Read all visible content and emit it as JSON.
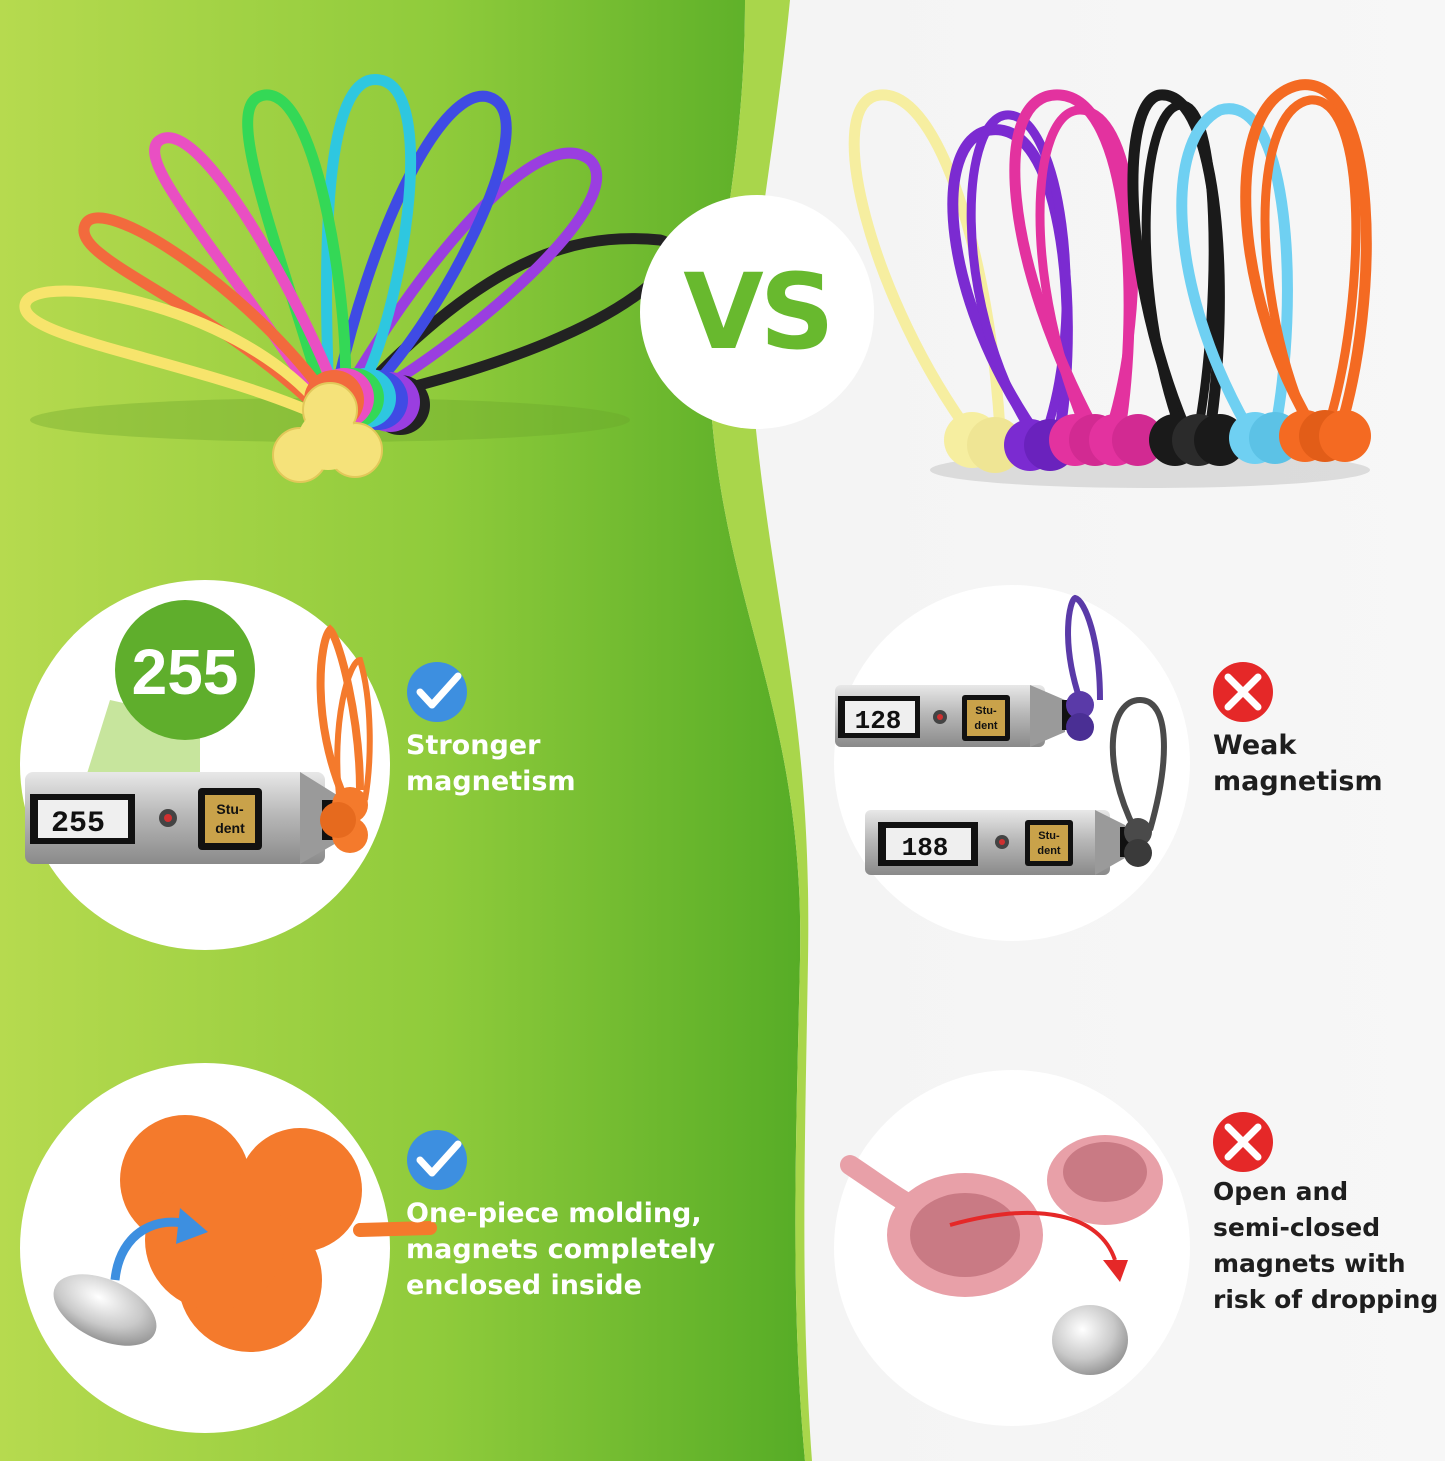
{
  "colors": {
    "green_light": "#b6da4f",
    "green_mid": "#8fcb3b",
    "green_dark": "#4aa524",
    "vs_green": "#68b92e",
    "grey_bg": "#ececec",
    "check_blue": "#3d8fe0",
    "cross_red": "#e52828"
  },
  "vs_label": "VS",
  "left_panel": {
    "loops_image": {
      "icon": "colorful-magnetic-cable-ties-fanned",
      "colors": [
        "#f7e46c",
        "#f26a3d",
        "#e94fc3",
        "#34d856",
        "#2ec7e0",
        "#3f4be4",
        "#9a3ee0",
        "#222222"
      ]
    },
    "features": [
      {
        "badge_icon": "check-icon",
        "lines": [
          "Stronger",
          "magnetism"
        ],
        "circle": {
          "gauge_value": "255",
          "gauge_bubble": "255",
          "sticker_lines": [
            "Stu-",
            "dent"
          ],
          "tie_color": "#f47a2c"
        }
      },
      {
        "badge_icon": "check-icon",
        "lines": [
          "One-piece molding,",
          "magnets completely",
          "enclosed inside"
        ],
        "circle": {
          "icon": "one-piece-silicone-cap-with-magnet",
          "cap_color": "#f47a2c"
        }
      }
    ]
  },
  "right_panel": {
    "loops_image": {
      "icon": "multicolor-magnetic-twist-ties-row",
      "colors": [
        "#f6eea0",
        "#7b2bd1",
        "#e3329f",
        "#1a1a1a",
        "#6fd0f2",
        "#f46a22"
      ]
    },
    "features": [
      {
        "badge_icon": "cross-icon",
        "lines": [
          "Weak",
          "magnetism"
        ],
        "circle": {
          "gauge_values": [
            "128",
            "188"
          ],
          "sticker_lines": [
            "Stu-",
            "dent"
          ],
          "tie_colors": [
            "#5a3aa8",
            "#4a4a4a"
          ]
        }
      },
      {
        "badge_icon": "cross-icon",
        "lines": [
          "Open and",
          "semi-closed",
          "magnets with",
          "risk of dropping"
        ],
        "circle": {
          "icon": "two-piece-open-cap-magnet-falling",
          "cap_color": "#e8a0a8"
        }
      }
    ]
  }
}
